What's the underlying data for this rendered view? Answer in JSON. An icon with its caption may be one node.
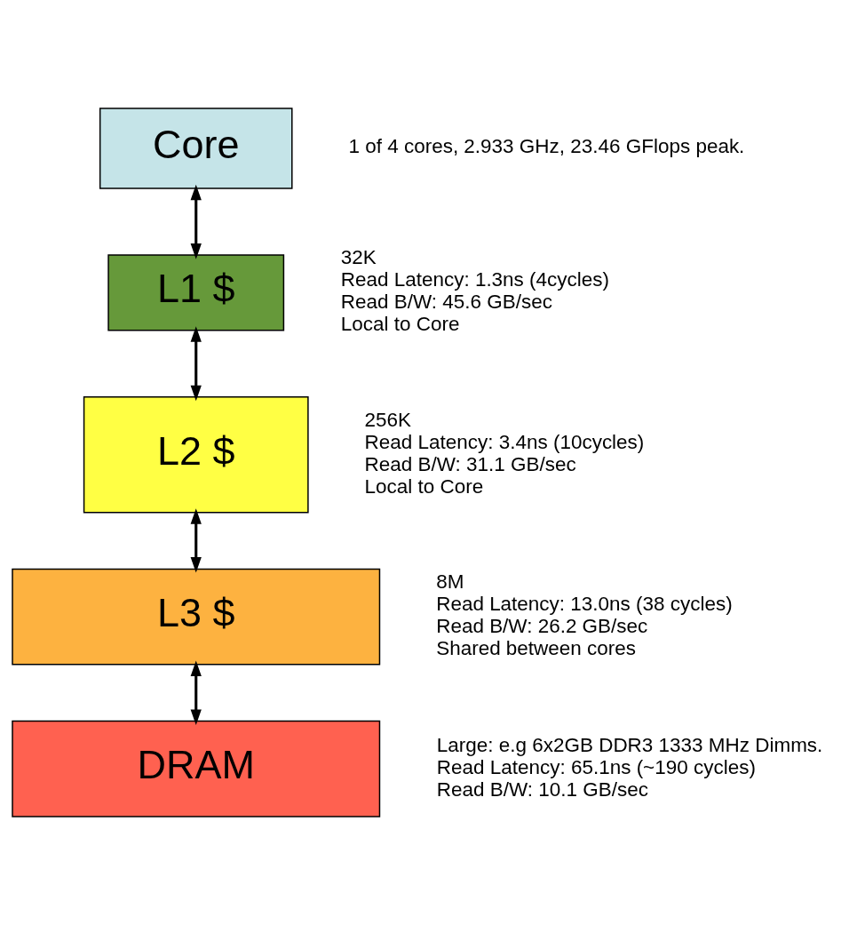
{
  "diagram": {
    "nodes": [
      {
        "text": [
          "Core"
        ],
        "beside": [
          "1 of 4 cores, 2.933 GHz, 23.46 GFlops peak."
        ]
      },
      {
        "text": [
          "L1 $"
        ],
        "beside": [
          "32K",
          "Read Latency: 1.3ns (4cycles)",
          "Read B/W: 45.6 GB/sec",
          "Local to Core"
        ]
      },
      {
        "text": [
          "L2 $"
        ],
        "beside": [
          "256K",
          "Read Latency: 3.4ns (10cycles)",
          "Read B/W: 31.1 GB/sec",
          "Local to Core"
        ]
      },
      {
        "text": [
          "L3 $"
        ],
        "beside": [
          "8M",
          "Read Latency: 13.0ns (38 cycles)",
          "Read B/W: 26.2 GB/sec",
          "Shared between cores"
        ]
      },
      {
        "text": [
          "DRAM"
        ],
        "beside": [
          "Large: e.g 6x2GB DDR3 1333 MHz Dimms.",
          "Read Latency: 65.1ns (~190 cycles)",
          "Read B/W: 10.1 GB/sec"
        ]
      }
    ],
    "edges": [
      {
        "from": 0,
        "to": 1,
        "arrow": "both"
      },
      {
        "from": 1,
        "to": 2,
        "arrow": "both"
      },
      {
        "from": 2,
        "to": 3,
        "arrow": "both"
      },
      {
        "from": 3,
        "to": 4,
        "arrow": "both"
      }
    ]
  }
}
